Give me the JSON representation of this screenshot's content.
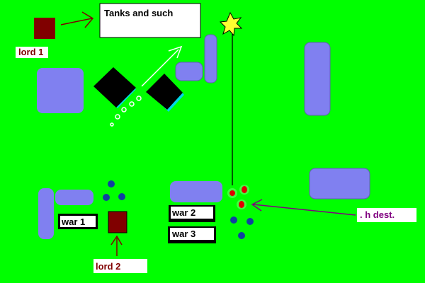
{
  "map": {
    "background_color": "#00ff00",
    "building_color": "#8080f0",
    "tank_color": "#000000",
    "lord_color": "#800000",
    "unit_color": "#1040a0",
    "enemy_unit_color": "#e00000",
    "explosion_icon": "explosion-icon",
    "title_box": {
      "text": "Tanks and such"
    },
    "labels": {
      "lord_1": "lord 1",
      "lord_2": "lord 2",
      "war_1": "war 1",
      "war_2": "war 2",
      "war_3": "war 3",
      "h_dest": ". h dest."
    }
  }
}
